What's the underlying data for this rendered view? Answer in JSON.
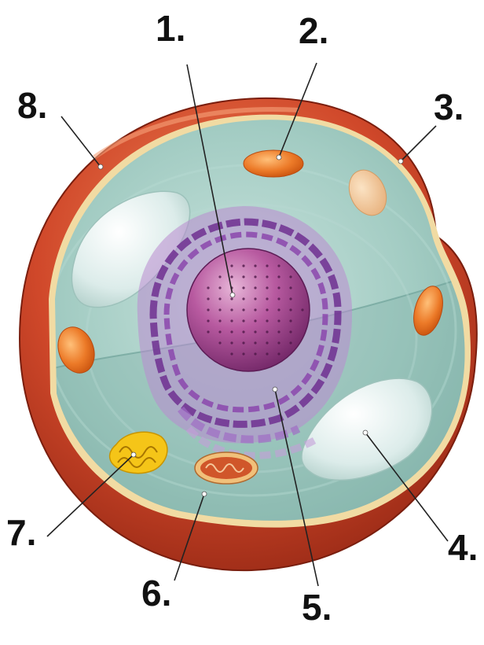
{
  "labels": [
    {
      "id": "1",
      "text": "1."
    },
    {
      "id": "2",
      "text": "2."
    },
    {
      "id": "3",
      "text": "3."
    },
    {
      "id": "4",
      "text": "4."
    },
    {
      "id": "5",
      "text": "5."
    },
    {
      "id": "6",
      "text": "6."
    },
    {
      "id": "7",
      "text": "7."
    },
    {
      "id": "8",
      "text": "8."
    }
  ],
  "colors": {
    "membrane_outer": "#b8341a",
    "membrane_light": "#e8764a",
    "membrane_rim": "#f3d9a0",
    "cytoplasm": "#a9cfc7",
    "cytoplasm_dark": "#7fb0a6",
    "nucleus": "#a8468f",
    "nucleus_light": "#d79ac4",
    "er": "#7a3a9a",
    "organelle_orange": "#e86a1e",
    "mitochondria_yellow": "#f2c21a",
    "vacuole": "#dfeeed"
  }
}
